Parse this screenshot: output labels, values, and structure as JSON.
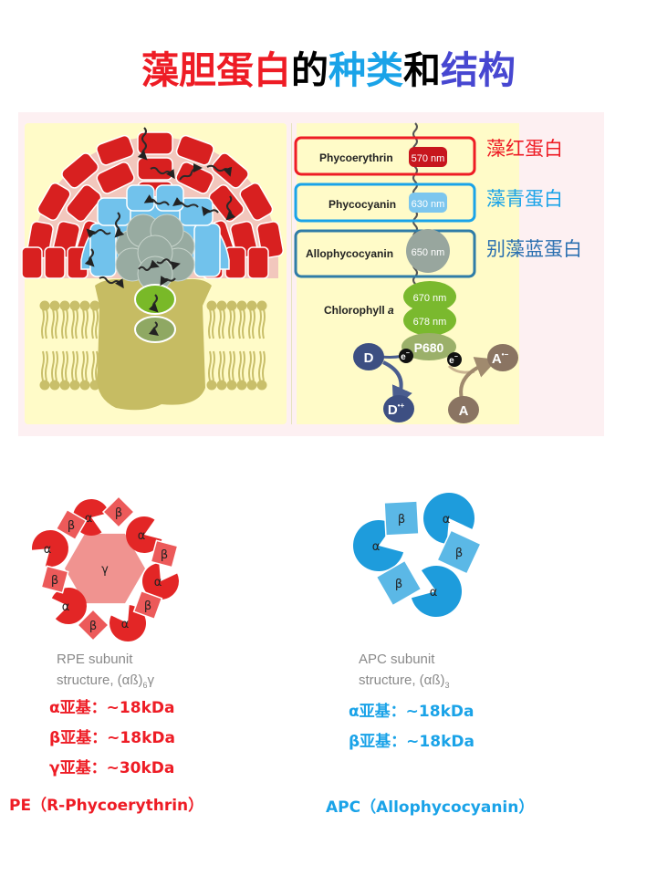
{
  "title": {
    "segments": [
      {
        "text": "藻胆蛋白",
        "color": "#ee1c25"
      },
      {
        "text": "的",
        "color": "#000000"
      },
      {
        "text": "种类",
        "color": "#1aa3e8"
      },
      {
        "text": "和",
        "color": "#000000"
      },
      {
        "text": "结构",
        "color": "#4747d1"
      }
    ]
  },
  "energy_transfer_diagram": {
    "proteins": [
      {
        "name": "Phycoerythrin",
        "wavelength": "570 nm",
        "cn_label": "藻红蛋白",
        "color": "#ee1c25"
      },
      {
        "name": "Phycocyanin",
        "wavelength": "630 nm",
        "cn_label": "藻青蛋白",
        "color": "#1aa3e8"
      },
      {
        "name": "Allophycocyanin",
        "wavelength": "650 nm",
        "cn_label": "别藻蓝蛋白",
        "color": "#2a6fb0"
      }
    ],
    "chlorophyll": {
      "label": "Chlorophyll",
      "label_italic": "a",
      "wavelengths": [
        "670 nm",
        "678 nm"
      ]
    },
    "reaction_center": "P680",
    "donor": {
      "reduced": "D",
      "oxidized": "D",
      "oxidized_sup": "•+"
    },
    "acceptor": {
      "oxidized": "A",
      "reduced": "A",
      "reduced_sup": "•−"
    },
    "electron": "e",
    "electron_sup": "−"
  },
  "rpe": {
    "alpha_symbol": "α",
    "beta_symbol": "β",
    "gamma_symbol": "γ",
    "caption_line1": "RPE subunit",
    "caption_line2": "structure, (αß)",
    "caption_sub": "6",
    "caption_tail": "γ",
    "subunits": [
      {
        "label": "α亚基：~18kDa"
      },
      {
        "label": "β亚基：~18kDa"
      },
      {
        "label": "γ亚基：~30kDa"
      }
    ],
    "name": "PE（R-Phycoerythrin）",
    "color": "#ee1c25"
  },
  "apc": {
    "alpha_symbol": "α",
    "beta_symbol": "β",
    "caption_line1": "APC subunit",
    "caption_line2": "structure, (αß)",
    "caption_sub": "3",
    "subunits": [
      {
        "label": "α亚基：~18kDa"
      },
      {
        "label": "β亚基：~18kDa"
      }
    ],
    "name": "APC（Allophycocyanin）",
    "color": "#1aa3e8"
  }
}
